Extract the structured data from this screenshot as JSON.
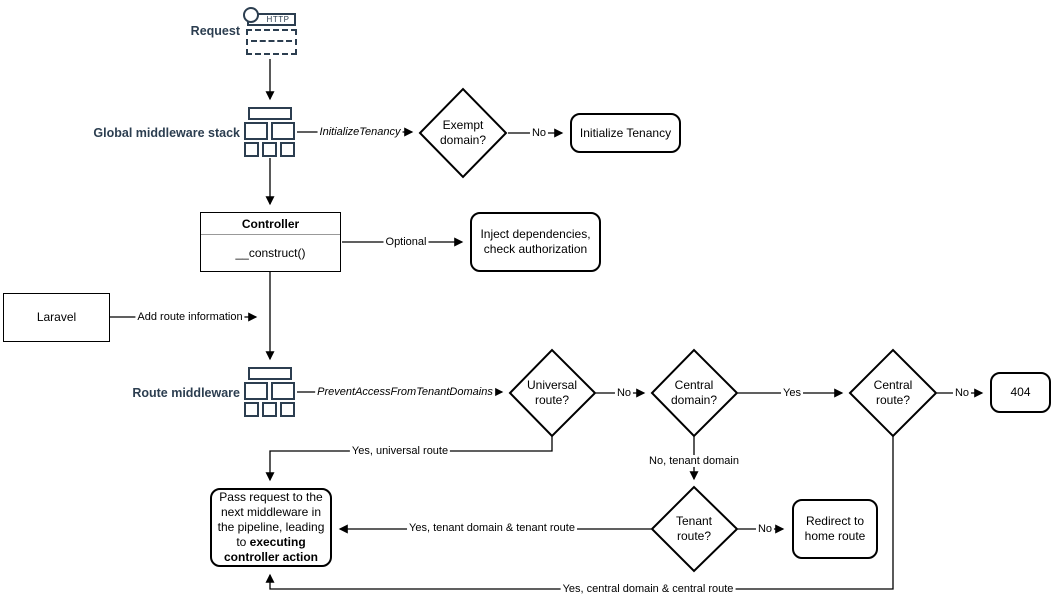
{
  "colors": {
    "accent": "#2c3e50",
    "stroke": "#000000",
    "background": "#ffffff"
  },
  "side_labels": {
    "request": "Request",
    "global_middleware": "Global middleware stack",
    "route_middleware": "Route middleware"
  },
  "icons": {
    "http": "HTTP"
  },
  "nodes": {
    "exempt_domain": "Exempt\ndomain?",
    "initialize_tenancy": "Initialize Tenancy",
    "controller_title": "Controller",
    "controller_member": "__construct()",
    "inject_dependencies": "Inject dependencies,\ncheck authorization",
    "laravel": "Laravel",
    "universal_route": "Universal\nroute?",
    "central_domain": "Central\ndomain?",
    "central_route": "Central\nroute?",
    "not_found": "404",
    "tenant_route": "Tenant\nroute?",
    "redirect_home": "Redirect to\nhome route",
    "pass_request_normal": "Pass request to the next middleware in the pipeline, leading to ",
    "pass_request_bold": "executing controller action"
  },
  "edges": {
    "initialize_tenancy_middleware": "InitializeTenancy",
    "exempt_no": "No",
    "optional": "Optional",
    "add_route_information": "Add route information",
    "prevent_access": "PreventAccessFromTenantDomains",
    "universal_no": "No",
    "central_domain_yes": "Yes",
    "central_route_no": "No",
    "yes_universal_route": "Yes, universal route",
    "no_tenant_domain": "No, tenant domain",
    "tenant_no": "No",
    "yes_tenant_route": "Yes, tenant domain & tenant route",
    "yes_central_route": "Yes, central domain & central route"
  }
}
